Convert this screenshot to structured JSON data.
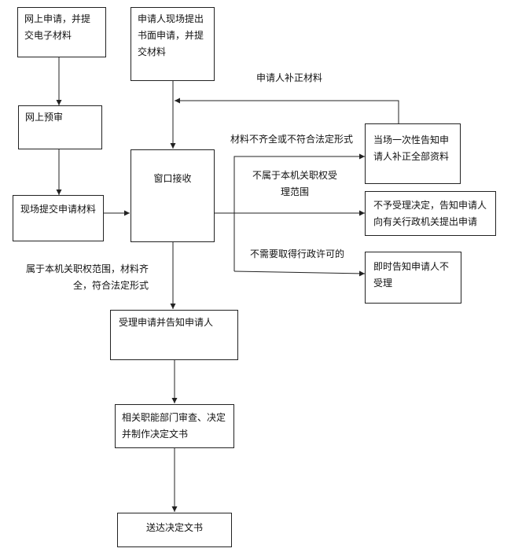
{
  "boxes": {
    "online_apply": "网上申请，并提交电子材料",
    "onsite_written": "申请人现场提出书面申请，并提交材料",
    "online_precheck": "网上预审",
    "window_receive": "窗口接收",
    "onsite_materials": "现场提交申请材料",
    "notify_supplement": "当场一次性告知申请人补正全部资料",
    "not_accepted": "不予受理决定，告知申请人向有关行政机关提出申请",
    "notify_not_accepted": "即时告知申请人不受理",
    "accept_notify": "受理申请并告知申请人",
    "dept_review": "相关职能部门审查、决定并制作决定文书",
    "deliver": "送达决定文书"
  },
  "labels": {
    "supplement": "申请人补正材料",
    "incomplete": "材料不齐全或不符合法定形式",
    "out_of_scope": "不属于本机关职权受理范围",
    "no_permit_needed": "不需要取得行政许可的",
    "in_scope": "属于本机关职权范围，材料齐全，符合法定形式"
  }
}
